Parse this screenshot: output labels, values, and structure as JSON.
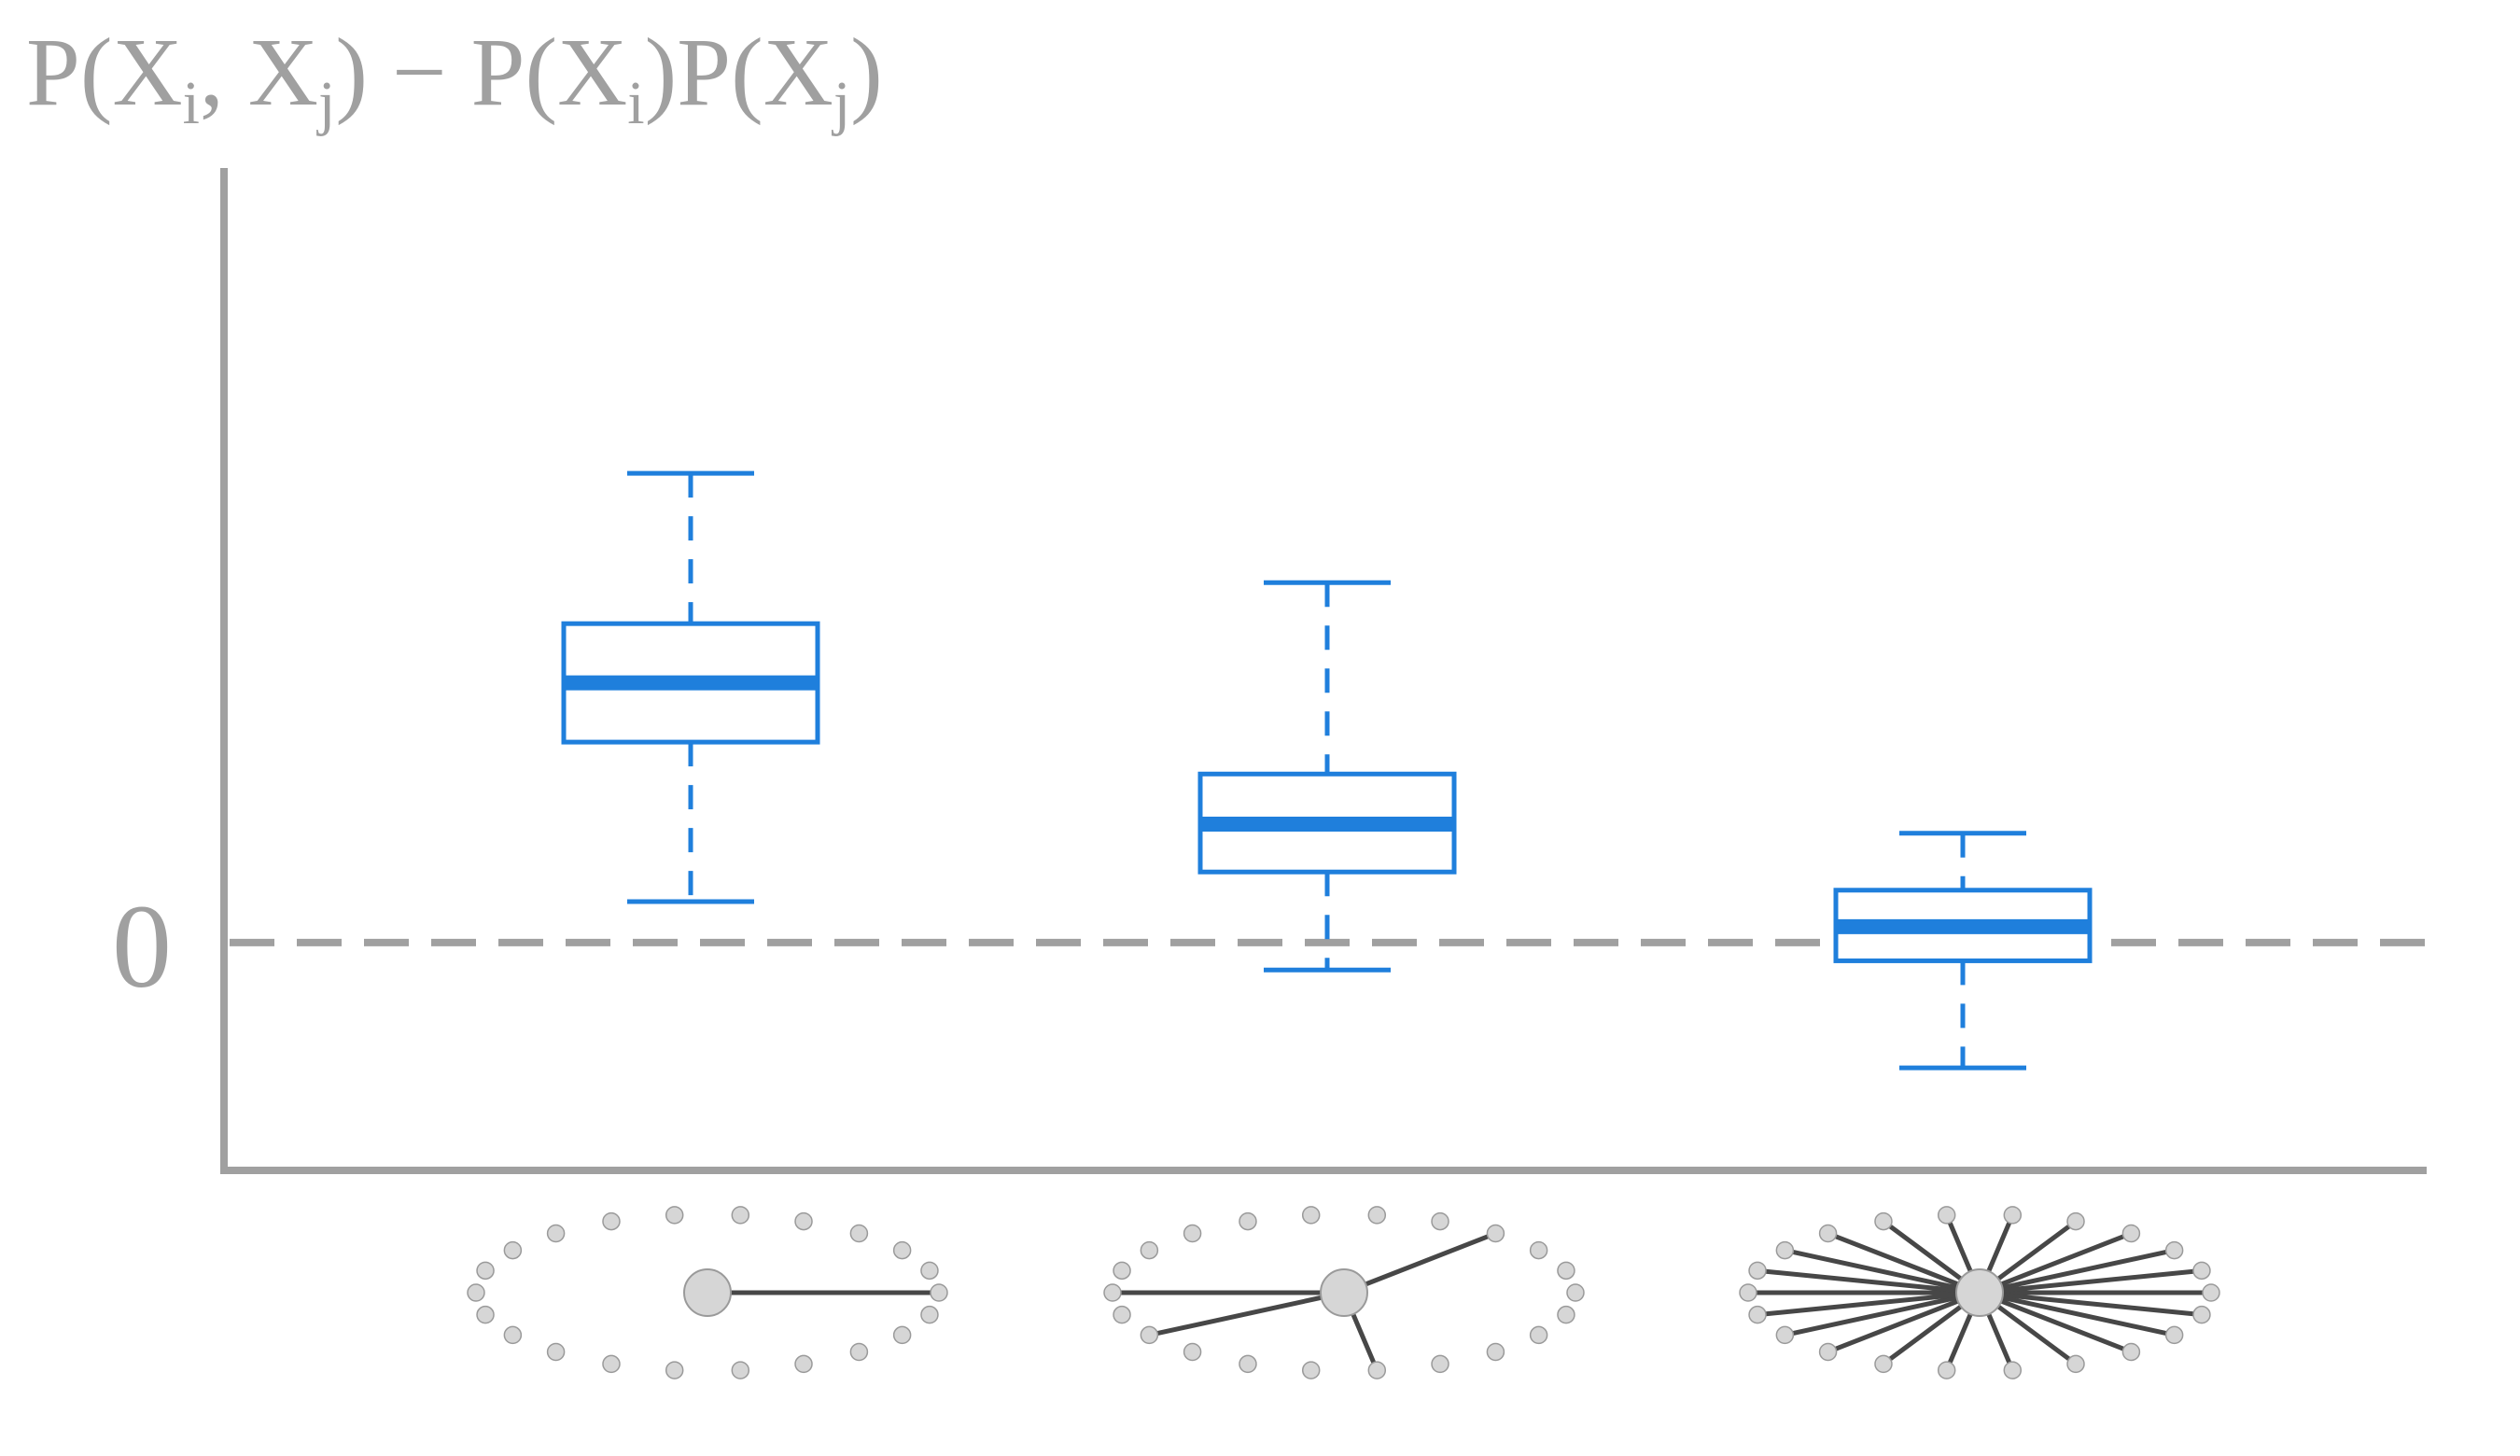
{
  "chart_data": {
    "type": "box",
    "ylabel_parts": {
      "p1": "P(X",
      "i1": "i",
      "sep": ", X",
      "j1": "j",
      "mid": ") − P(X",
      "i2": "i",
      "mid2": ")P(X",
      "j2": "j",
      "end": ")"
    },
    "yticks": [
      {
        "value": 0,
        "label": "0"
      }
    ],
    "reference_line": {
      "value": 0,
      "style": "dashed"
    },
    "ylim": [
      -1.0,
      3.4
    ],
    "grid": false,
    "categories": [
      "one-edge",
      "few-edges",
      "many-edges"
    ],
    "boxes": [
      {
        "whisker_low": 0.18,
        "q1": 0.88,
        "median": 1.14,
        "q3": 1.4,
        "whisker_high": 2.06
      },
      {
        "whisker_low": -0.12,
        "q1": 0.31,
        "median": 0.52,
        "q3": 0.74,
        "whisker_high": 1.58
      },
      {
        "whisker_low": -0.55,
        "q1": -0.08,
        "median": 0.07,
        "q3": 0.23,
        "whisker_high": 0.48
      }
    ],
    "icons": [
      {
        "outer_nodes": 22,
        "connected": [
          0
        ]
      },
      {
        "outer_nodes": 22,
        "connected": [
          5,
          9,
          11,
          19
        ]
      },
      {
        "outer_nodes": 22,
        "connected": [
          0,
          1,
          2,
          3,
          4,
          5,
          6,
          7,
          8,
          9,
          10,
          11,
          12,
          13,
          14,
          15,
          16,
          17,
          18,
          19,
          20,
          21
        ]
      }
    ]
  },
  "colors": {
    "box": "#1f7fdc",
    "axis": "#a0a0a0",
    "reference": "#a0a0a0",
    "node_fill": "#d6d6d6",
    "node_stroke": "#9a9a9a",
    "edge": "#474747"
  }
}
